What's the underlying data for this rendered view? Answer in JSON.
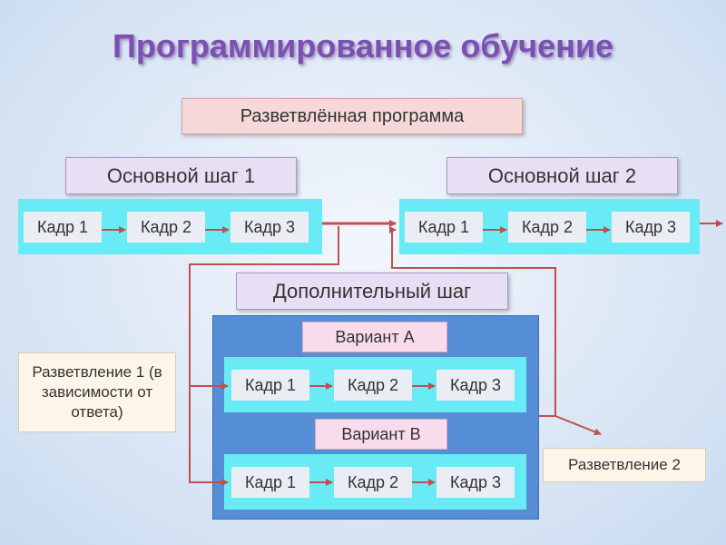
{
  "title": "Программированное обучение",
  "program_label": "Разветвлённая программа",
  "step1": {
    "label": "Основной шаг 1",
    "frames": [
      "Кадр 1",
      "Кадр 2",
      "Кадр 3"
    ]
  },
  "step2": {
    "label": "Основной шаг 2",
    "frames": [
      "Кадр 1",
      "Кадр 2",
      "Кадр 3"
    ]
  },
  "extra_step": {
    "label": "Дополнительный шаг",
    "variant_a": {
      "label": "Вариант А",
      "frames": [
        "Кадр 1",
        "Кадр 2",
        "Кадр 3"
      ]
    },
    "variant_b": {
      "label": "Вариант В",
      "frames": [
        "Кадр 1",
        "Кадр 2",
        "Кадр 3"
      ]
    }
  },
  "branching1": "Разветвление 1 (в зависимости от ответа)",
  "branching2": "Разветвление 2",
  "colors": {
    "title": "#7d4fb3",
    "frame_strip": "#69ebf5",
    "extra_step_area": "#558ed5",
    "arrow": "#c0504d"
  }
}
